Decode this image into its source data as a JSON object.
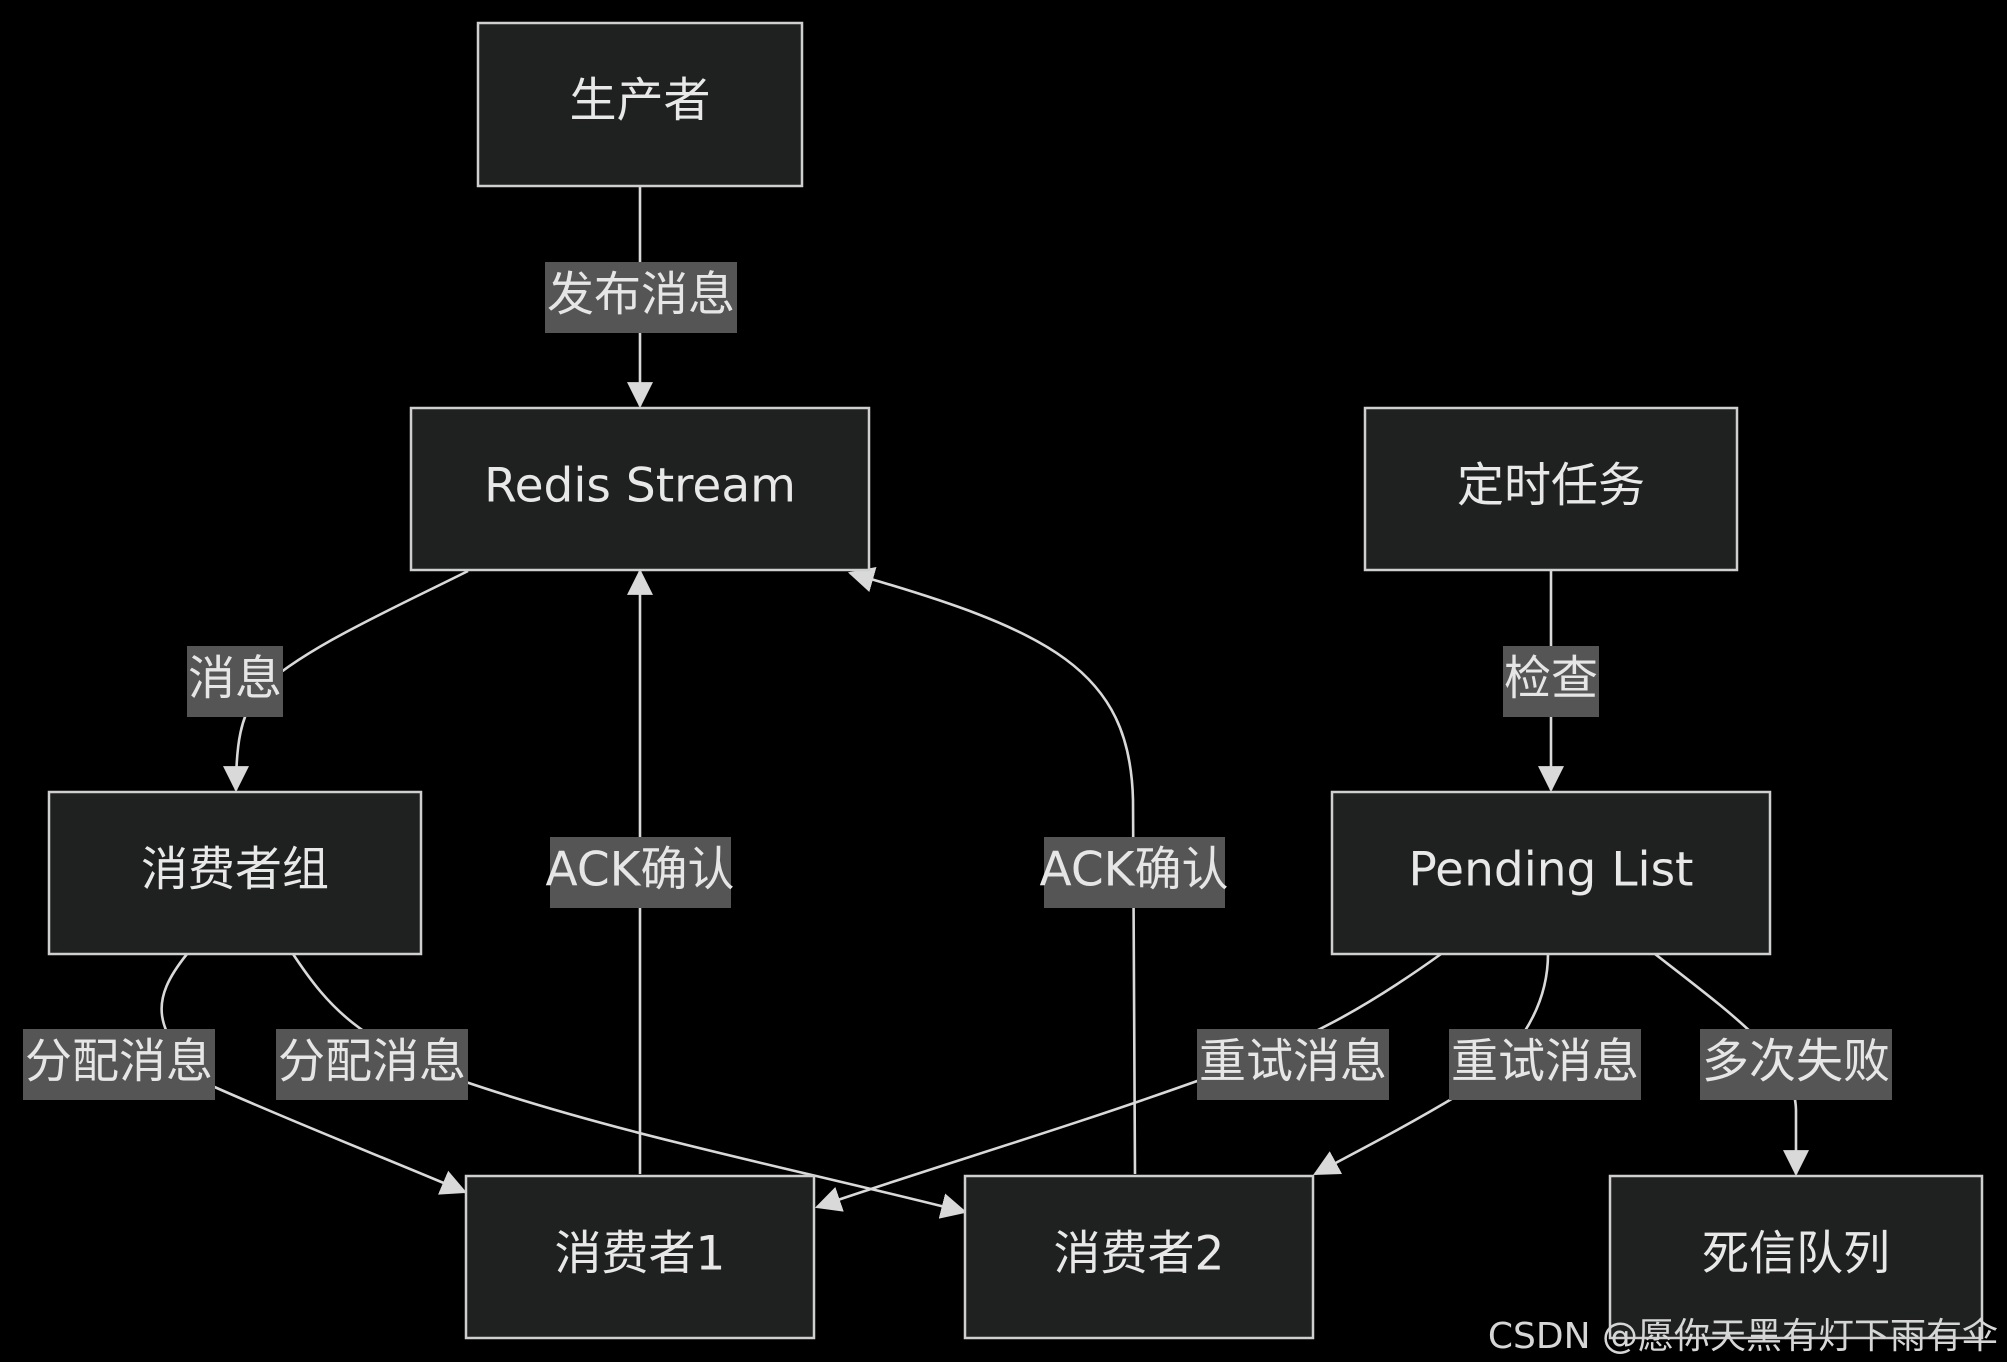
{
  "nodes": {
    "producer": "生产者",
    "redis_stream": "Redis Stream",
    "scheduled_task": "定时任务",
    "consumer_group": "消费者组",
    "pending_list": "Pending List",
    "consumer1": "消费者1",
    "consumer2": "消费者2",
    "dead_letter": "死信队列"
  },
  "edges": {
    "publish": "发布消息",
    "message": "消息",
    "check": "检查",
    "ack1": "ACK确认",
    "ack2": "ACK确认",
    "assign1": "分配消息",
    "assign2": "分配消息",
    "retry1": "重试消息",
    "retry2": "重试消息",
    "multi_fail": "多次失败"
  },
  "watermark": "CSDN @愿你天黑有灯下雨有伞"
}
